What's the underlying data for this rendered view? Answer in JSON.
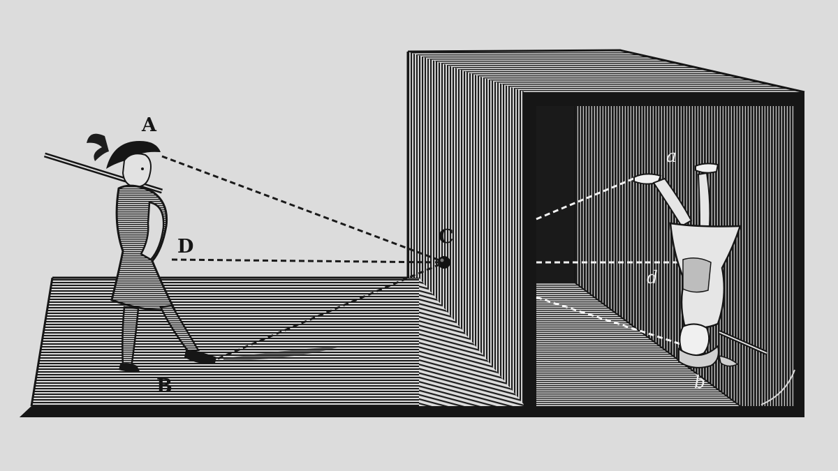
{
  "labels": {
    "A": "A",
    "B": "B",
    "C": "C",
    "D": "D",
    "a": "a",
    "b": "b",
    "d": "d"
  },
  "colors": {
    "background": "#dcdcdc",
    "ink": "#151515",
    "highlight": "#f2f2f2"
  }
}
